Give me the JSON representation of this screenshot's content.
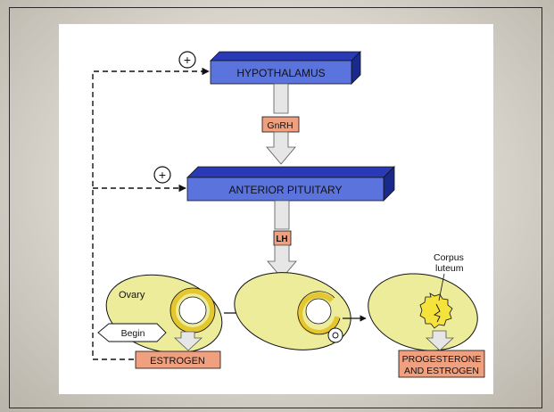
{
  "diagram": {
    "hypothalamus": "HYPOTHALAMUS",
    "gnrh": "GnRH",
    "anterior_pituitary": "ANTERIOR PITUITARY",
    "lh": "LH",
    "ovary": "Ovary",
    "begin": "Begin",
    "estrogen": "ESTROGEN",
    "corpus_line1": "Corpus",
    "corpus_line2": "luteum",
    "progesterone_line1": "PROGESTERONE",
    "progesterone_line2": "AND ESTROGEN",
    "plus_sign": "+"
  },
  "colors": {
    "box_front": "#5b73dc",
    "box_top": "#2a39b5",
    "box_side": "#1a2a8c",
    "hormone_fill": "#f0a07e",
    "arrow_fill": "#e6e6e6",
    "ovary_fill": "#ecec9a",
    "follicle_ring": "#e4c62e",
    "corpus_fill": "#f5e23a"
  }
}
